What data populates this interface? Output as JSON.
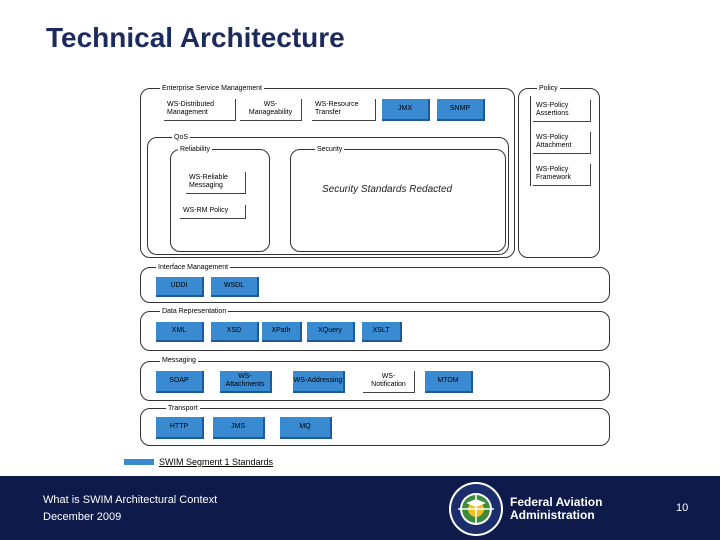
{
  "title": "Technical Architecture",
  "esm": {
    "label": "Enterprise Service Management",
    "items": [
      "WS-Distributed Management",
      "WS-Manageability",
      "WS-Resource Transfer",
      "JMX",
      "SNMP"
    ]
  },
  "policy": {
    "label": "Policy",
    "items": [
      "WS-Policy Assertions",
      "WS-Policy Attachment",
      "WS-Policy Framework"
    ]
  },
  "qos": {
    "label": "QoS",
    "reliability_label": "Reliability",
    "reliability_items": [
      "WS-Reliable Messaging",
      "WS-RM Policy"
    ],
    "security_label": "Security",
    "security_note": "Security Standards Redacted"
  },
  "interface_management": {
    "label": "Interface Management",
    "items": [
      "UDDI",
      "WSDL"
    ]
  },
  "data_representation": {
    "label": "Data Representation",
    "items": [
      "XML",
      "XSD",
      "XPath",
      "XQuery",
      "XSLT"
    ]
  },
  "messaging": {
    "label": "Messaging",
    "items": [
      "SOAP",
      "WS-Attachments",
      "WS-Addressing",
      "WS-Notification",
      "MTOM"
    ]
  },
  "transport": {
    "label": "Transport",
    "items": [
      "HTTP",
      "JMS",
      "MQ"
    ]
  },
  "legend": {
    "label": "SWIM Segment 1 Standards",
    "color": "#3a8ad2"
  },
  "footer": {
    "line1": "What is SWIM Architectural Context",
    "line2": "December 2009",
    "org_line1": "Federal Aviation",
    "org_line2": "Administration",
    "page_number": "10",
    "background": "#0d1a4a"
  }
}
